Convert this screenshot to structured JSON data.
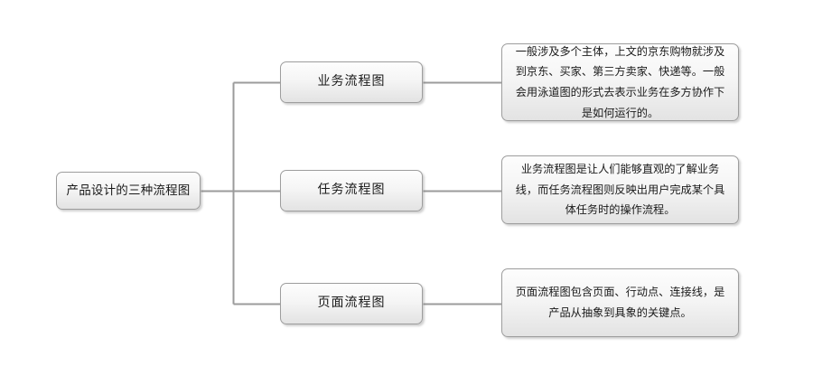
{
  "diagram": {
    "title": "产品设计的三种流程图",
    "root": {
      "label": "产品设计的三种流程图"
    },
    "branches": [
      {
        "node_label": "业务流程图",
        "description": "一般涉及多个主体，上文的京东购物就涉及到京东、买家、第三方卖家、快递等。一般会用泳道图的形式去表示业务在多方协作下是如何运行的。"
      },
      {
        "node_label": "任务流程图",
        "description": "业务流程图是让人们能够直观的了解业务线，而任务流程图则反映出用户完成某个具体任务时的操作流程。"
      },
      {
        "node_label": "页面流程图",
        "description": "页面流程图包含页面、行动点、连接线，是产品从抽象到具象的关键点。"
      }
    ],
    "colors": {
      "background": "#ffffff",
      "box_border": "#9d9d9d",
      "box_fill_top": "#fdfdfd",
      "box_fill_bottom": "#e3e3e3",
      "connector": "#9b9b9b",
      "text": "#1a1a1a"
    }
  }
}
